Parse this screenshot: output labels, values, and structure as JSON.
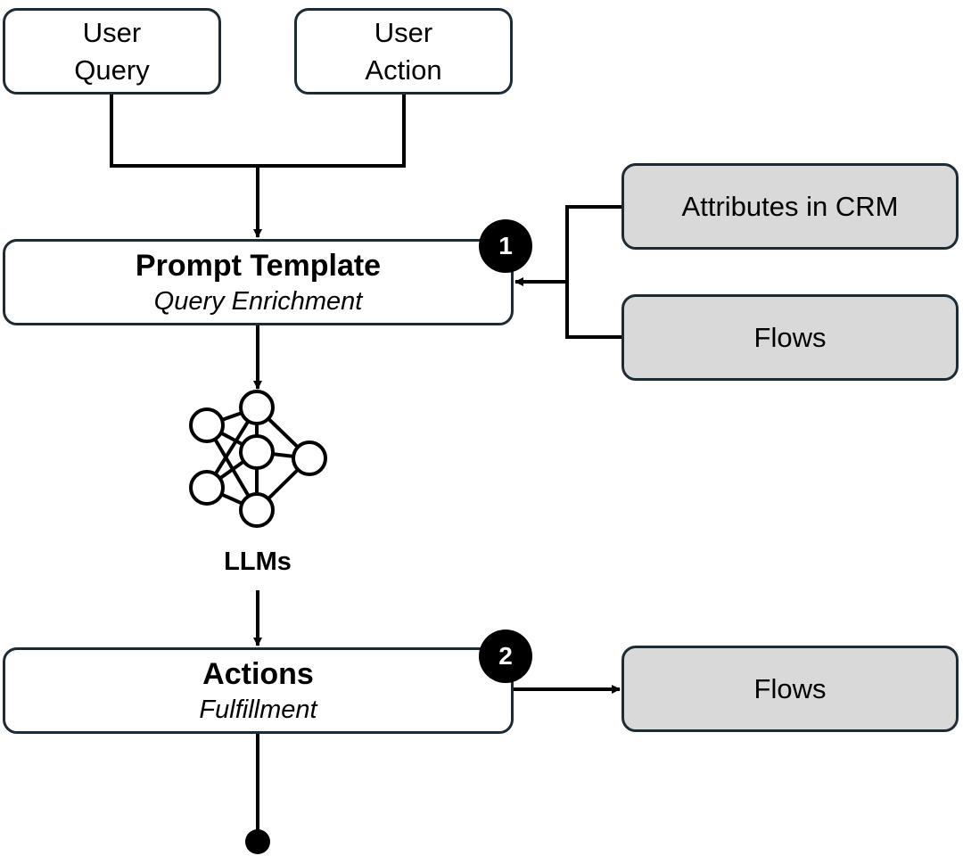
{
  "inputs": {
    "user_query": [
      "User",
      "Query"
    ],
    "user_action": [
      "User",
      "Action"
    ]
  },
  "prompt_template": {
    "title": "Prompt Template",
    "subtitle": "Query Enrichment",
    "badge": "1"
  },
  "sources": {
    "attributes": "Attributes in CRM",
    "flows": "Flows"
  },
  "llm": {
    "label": "LLMs",
    "icon": "neural-network-icon"
  },
  "actions": {
    "title": "Actions",
    "subtitle": "Fulfillment",
    "badge": "2"
  },
  "outputs": {
    "flows": "Flows"
  },
  "colors": {
    "border": "#1d2b35",
    "side_box_fill": "#d9d9d9",
    "badge": "#000000",
    "line": "#000000"
  }
}
